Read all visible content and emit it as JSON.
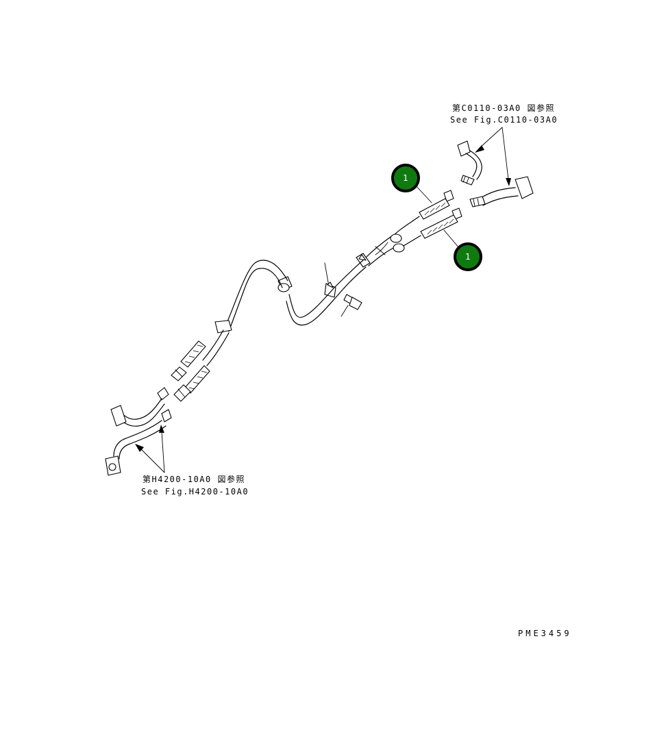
{
  "reference_top": {
    "line1": "第C0110-03A0 図参照",
    "line2": "See Fig.C0110-03A0"
  },
  "reference_bottom": {
    "line1": "第H4200-10A0 図参照",
    "line2": "See Fig.H4200-10A0"
  },
  "callouts": [
    {
      "label": "1"
    },
    {
      "label": "1"
    }
  ],
  "drawing_code": "PME3459",
  "colors": {
    "callout_fill": "#107a10",
    "callout_ring": "#000000",
    "line": "#000000",
    "background": "#ffffff"
  }
}
